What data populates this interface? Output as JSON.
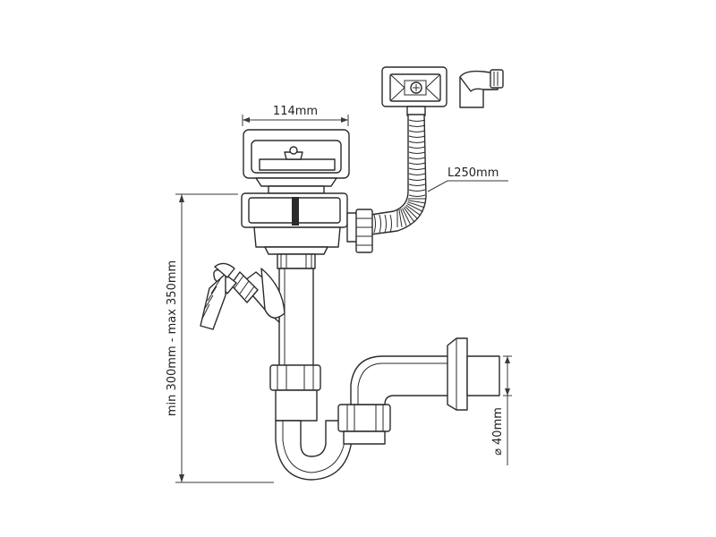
{
  "dimensions": {
    "width_label": "114mm",
    "hose_length_label": "L250mm",
    "height_range_label": "min 300mm - max 350mm",
    "pipe_diameter_label": "⌀ 40mm"
  }
}
